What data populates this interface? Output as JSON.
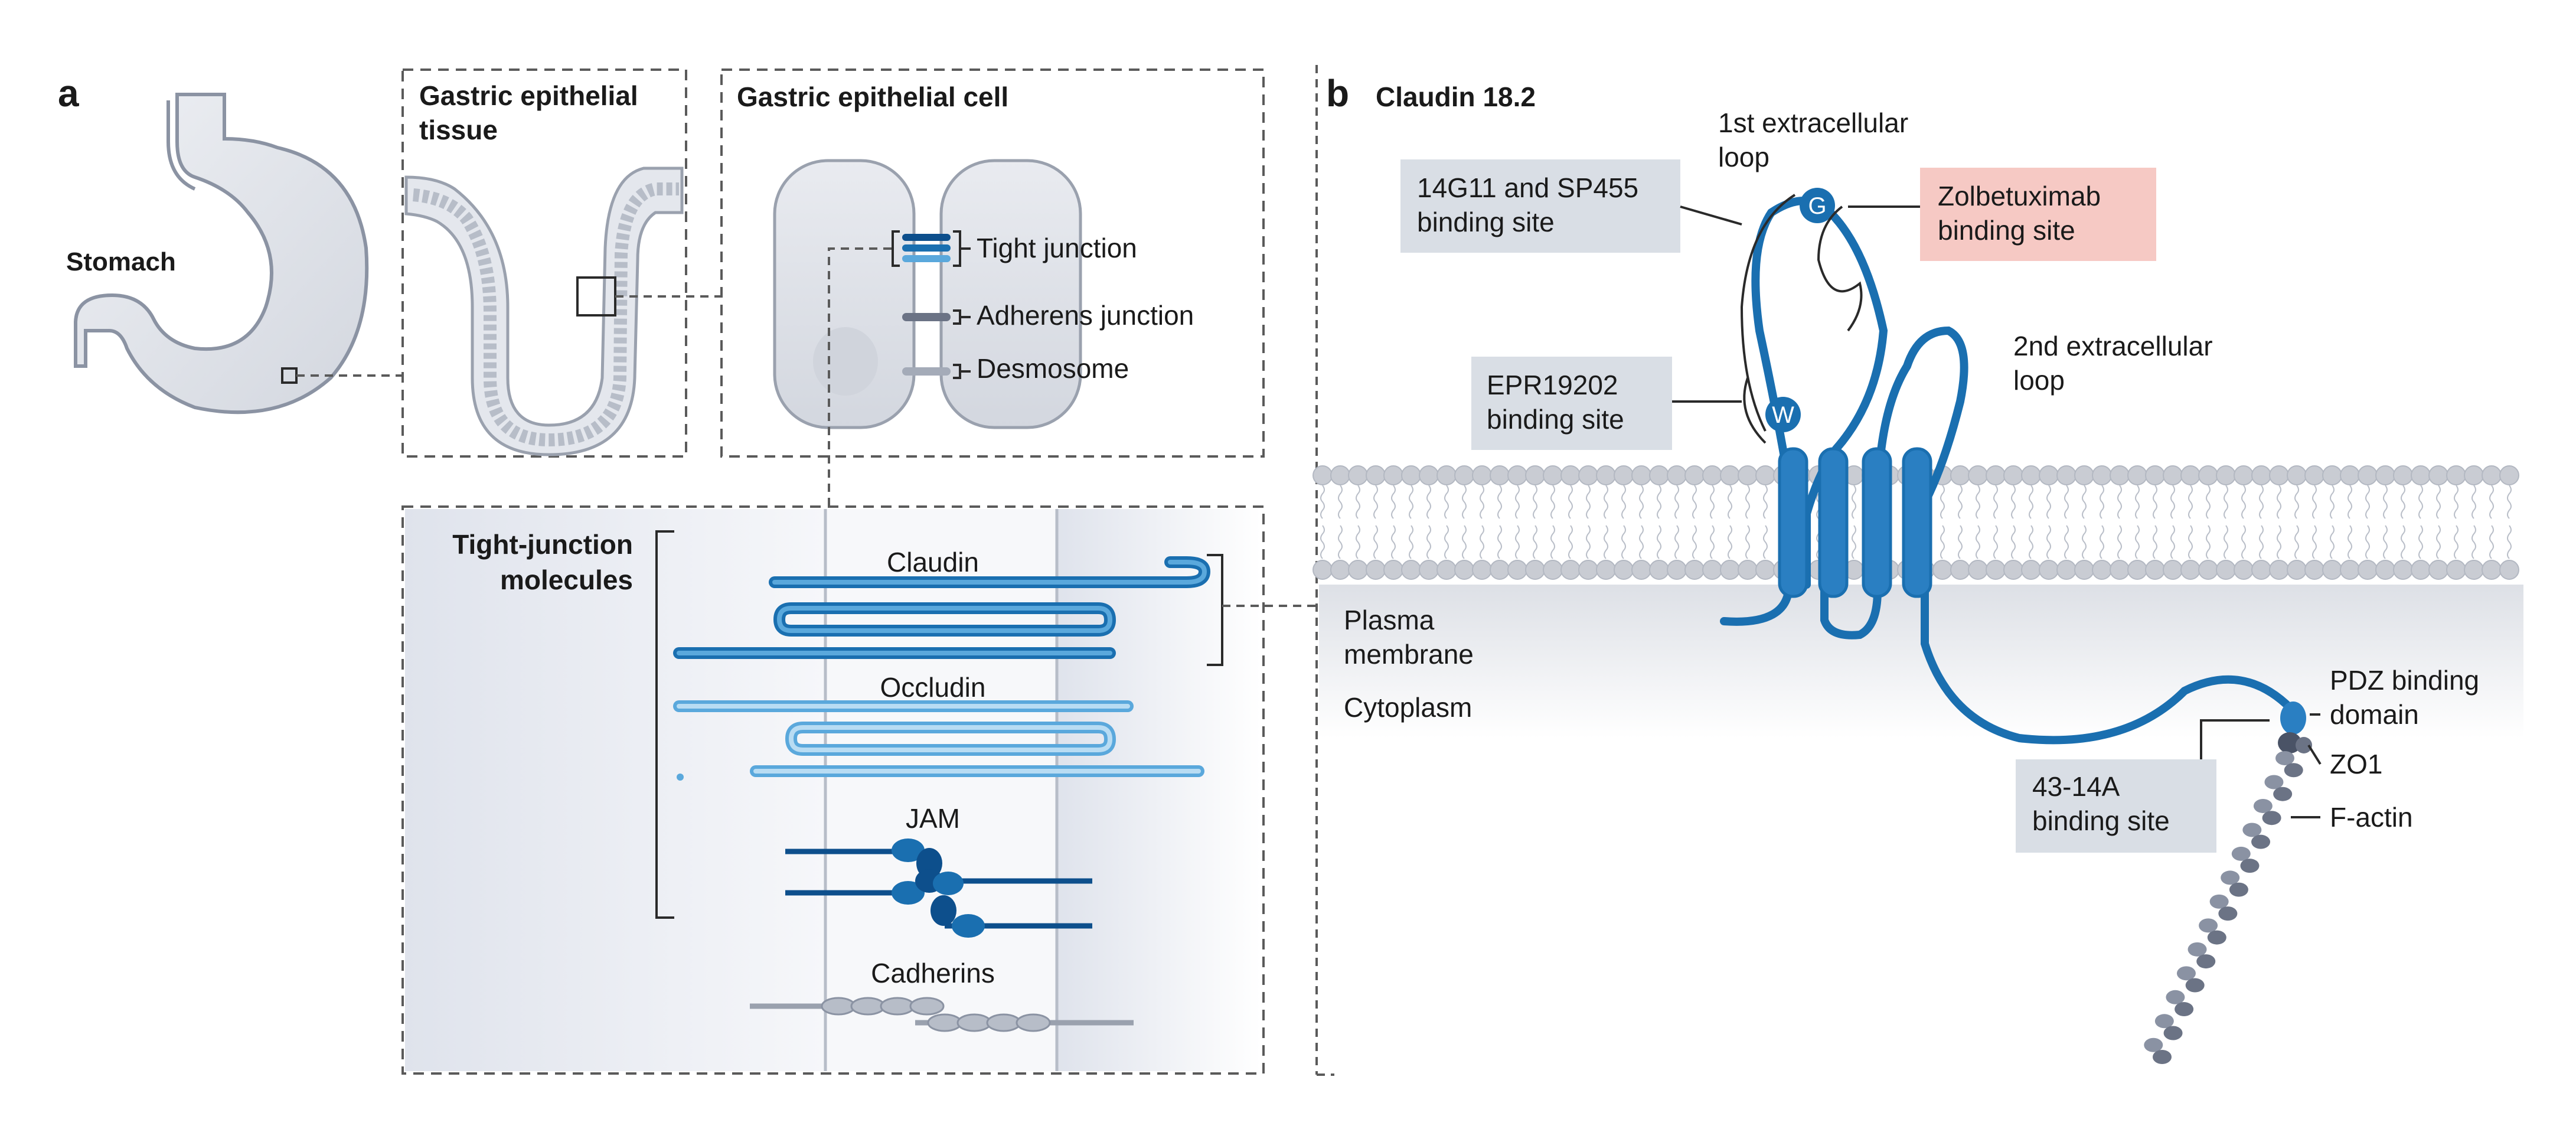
{
  "panel_a": {
    "letter": "a",
    "stomach_label": "Stomach",
    "tissue_title_line1": "Gastric epithelial",
    "tissue_title_line2": "tissue",
    "cell_title": "Gastric epithelial cell",
    "cell_labels": {
      "tight_junction": "Tight junction",
      "adherens_junction": "Adherens junction",
      "desmosome": "Desmosome"
    },
    "molecules_title_line1": "Tight-junction",
    "molecules_title_line2": "molecules",
    "molecules": {
      "claudin": "Claudin",
      "occludin": "Occludin",
      "jam": "JAM",
      "cadherins": "Cadherins"
    }
  },
  "panel_b": {
    "letter": "b",
    "title": "Claudin 18.2",
    "loop1_line1": "1st extracellular",
    "loop1_line2": "loop",
    "loop2_line1": "2nd extracellular",
    "loop2_line2": "loop",
    "residue_g": "G",
    "residue_w": "W",
    "plasma_line1": "Plasma",
    "plasma_line2": "membrane",
    "cytoplasm": "Cytoplasm",
    "pdz_line1": "PDZ binding",
    "pdz_line2": "domain",
    "zo1": "ZO1",
    "factin": "F-actin",
    "binding_boxes": {
      "b14g11_line1": "14G11 and SP455",
      "b14g11_line2": "binding site",
      "zolbe_line1": "Zolbetuximab",
      "zolbe_line2": "binding site",
      "epr_line1": "EPR19202",
      "epr_line2": "binding site",
      "b4314a_line1": "43-14A",
      "b4314a_line2": "binding site"
    }
  },
  "colors": {
    "claudin_blue": "#1a6fb0",
    "light_blue": "#5aa8dc",
    "dark_blue": "#0d4f8c",
    "membrane_grey": "#c9ccd3",
    "label_box_grey": "#d9dee5",
    "zolbe_box_pink": "#f6c9c4",
    "actin_grey": "#6b7385"
  }
}
